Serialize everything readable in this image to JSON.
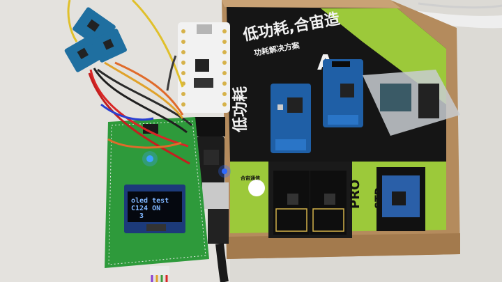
{
  "oled": {
    "line1": "oled  test",
    "line2": "C124 ON",
    "line3": "3"
  },
  "box": {
    "slogan_main": "低功耗,合宙造",
    "slogan_sub": "功耗解决方案",
    "vertical_cn": "低功耗",
    "side_cn": "合宙通信",
    "pro_label": "PRO",
    "std_label": "STD",
    "edge_label": "A"
  },
  "colors": {
    "box_black": "#151515",
    "box_green": "#9cc93a",
    "pcb_green": "#2e9a3b",
    "module_blue": "#1f5fa6",
    "cardboard": "#b58a5c"
  }
}
